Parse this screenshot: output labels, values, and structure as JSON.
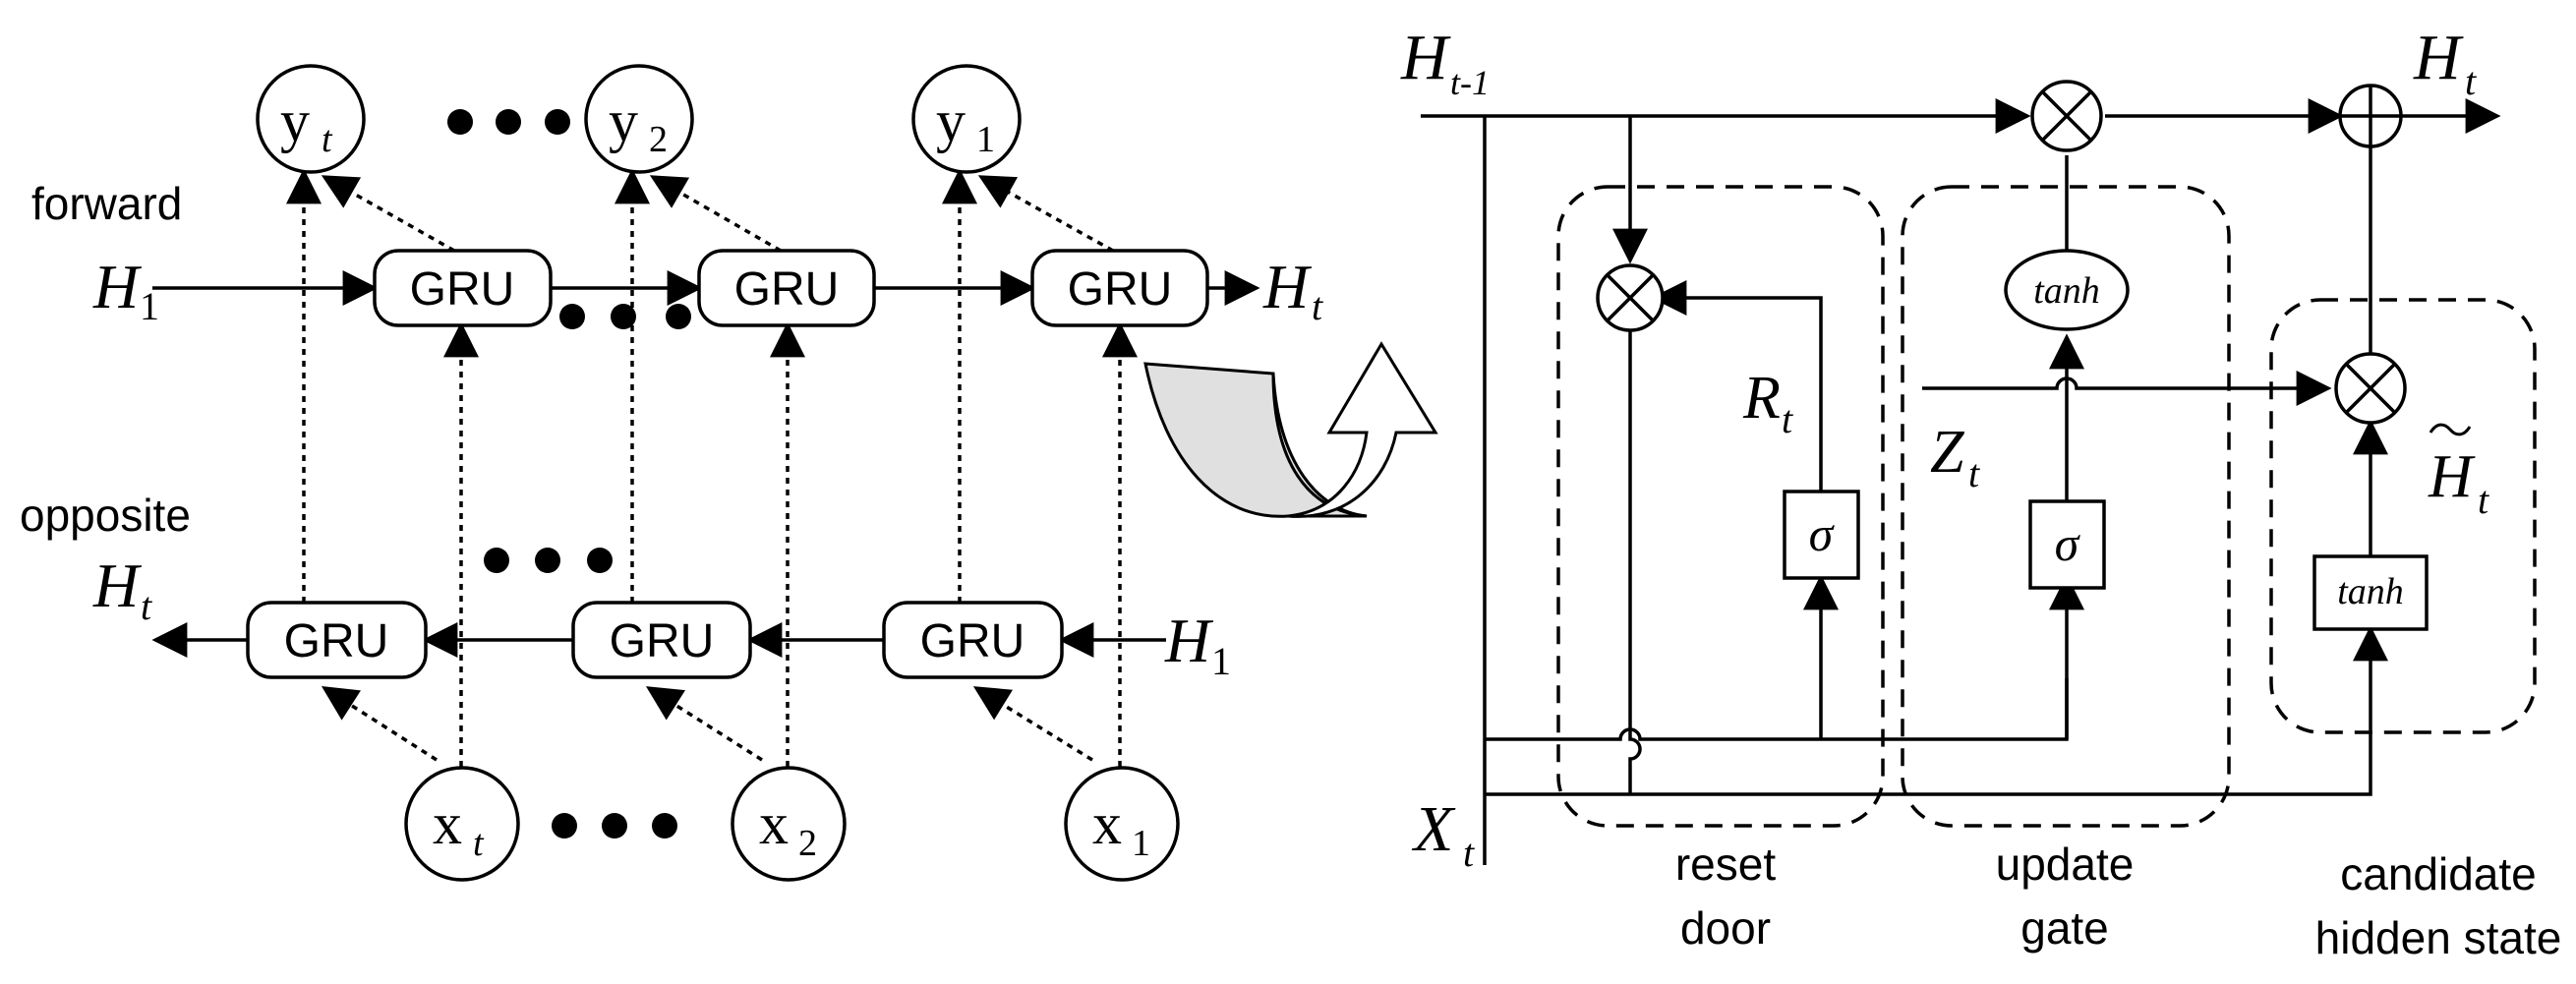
{
  "left": {
    "forward_label": "forward",
    "opposite_label": "opposite",
    "gru_label": "GRU",
    "forward_in": {
      "main": "H",
      "sub": "1"
    },
    "forward_out": {
      "main": "H",
      "sub": "t"
    },
    "opposite_in": {
      "main": "H",
      "sub": "1"
    },
    "opposite_out": {
      "main": "H",
      "sub": "t"
    },
    "outputs": [
      {
        "main": "y",
        "sub": "t"
      },
      {
        "main": "y",
        "sub": "2"
      },
      {
        "main": "y",
        "sub": "1"
      }
    ],
    "inputs": [
      {
        "main": "x",
        "sub": "t"
      },
      {
        "main": "x",
        "sub": "2"
      },
      {
        "main": "x",
        "sub": "1"
      }
    ]
  },
  "right": {
    "h_prev": {
      "main": "H",
      "sub": "t-1"
    },
    "h_out": {
      "main": "H",
      "sub": "t"
    },
    "x_in": {
      "main": "X",
      "sub": "t"
    },
    "r_label": {
      "main": "R",
      "sub": "t"
    },
    "z_label": {
      "main": "Z",
      "sub": "t"
    },
    "h_tilde": {
      "main": "H",
      "sub": "t"
    },
    "sigma": "σ",
    "tanh": "tanh",
    "captions": {
      "reset": [
        "reset",
        "door"
      ],
      "update": [
        "update",
        "gate"
      ],
      "candidate": [
        "candidate",
        "hidden state"
      ]
    }
  }
}
